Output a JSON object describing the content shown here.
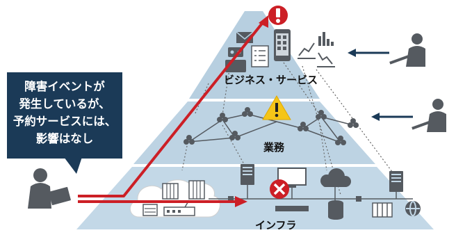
{
  "layers": {
    "top_label": "ビジネス・サービス",
    "middle_label": "業務",
    "bottom_label": "インフラ"
  },
  "callout": {
    "lines": [
      "障害イベントが",
      "発生しているが、",
      "予約サービスには、",
      "影響はなし"
    ]
  },
  "colors": {
    "top_layer": "#b7cfe0",
    "middle_layer": "#bdd3e3",
    "bottom_layer": "#c3d8e7",
    "callout_bg": "#1b3a57",
    "impact_arrow": "#cc1f26",
    "observer_arrow": "#1b3a57",
    "warning": "#f5c518",
    "icon_dark": "#555a60"
  },
  "icons": [
    "alert-icon",
    "warning-icon",
    "error-icon",
    "smartphone-icon",
    "mail-icon",
    "robot-icon",
    "checklist-icon",
    "bar-chart-icon",
    "line-chart-icon",
    "cloud-icon",
    "server-icon",
    "desktop-icon",
    "database-icon",
    "globe-icon",
    "network-switch-icon",
    "building-icon",
    "person-laptop-icon"
  ]
}
